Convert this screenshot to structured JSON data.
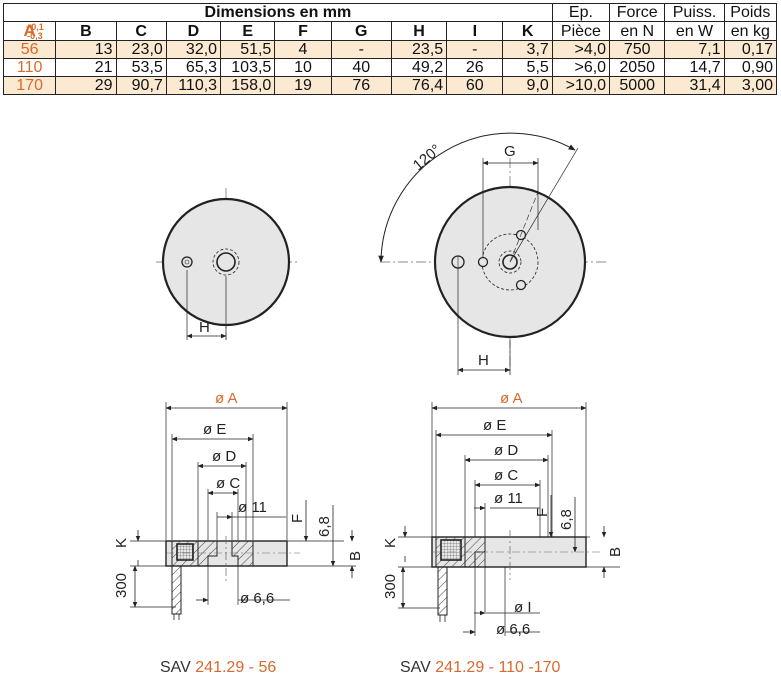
{
  "table": {
    "group_header": "Dimensions en mm",
    "a_label": "A",
    "a_tol_plus": "+0,1",
    "a_tol_minus": "-0,3",
    "columns": [
      "B",
      "C",
      "D",
      "E",
      "F",
      "G",
      "H",
      "I",
      "K"
    ],
    "extra_headers": [
      {
        "line1": "Ep.",
        "line2": "Pièce"
      },
      {
        "line1": "Force",
        "line2": "en N"
      },
      {
        "line1": "Puiss.",
        "line2": "en W"
      },
      {
        "line1": "Poids",
        "line2": "en kg"
      }
    ],
    "rows": [
      {
        "A": "56",
        "B": "13",
        "C": "23,0",
        "D": "32,0",
        "E": "51,5",
        "F": "4",
        "G": "-",
        "H": "23,5",
        "I": "-",
        "K": "3,7",
        "ep": ">4,0",
        "force": "750",
        "puiss": "7,1",
        "poids": "0,17"
      },
      {
        "A": "110",
        "B": "21",
        "C": "53,5",
        "D": "65,3",
        "E": "103,5",
        "F": "10",
        "G": "40",
        "H": "49,2",
        "I": "26",
        "K": "5,5",
        "ep": ">6,0",
        "force": "2050",
        "puiss": "14,7",
        "poids": "0,90"
      },
      {
        "A": "170",
        "B": "29",
        "C": "90,7",
        "D": "110,3",
        "E": "158,0",
        "F": "19",
        "G": "76",
        "H": "76,4",
        "I": "60",
        "K": "9,0",
        "ep": ">10,0",
        "force": "5000",
        "puiss": "31,4",
        "poids": "3,00"
      }
    ],
    "row_highlight_color": "#fbe9d2",
    "accent_color": "#d96a2b"
  },
  "drawing": {
    "angle_label": "120°",
    "label_G": "G",
    "label_H_left": "H",
    "label_H_right": "H",
    "left_section": {
      "phiA": "ø A",
      "phiE": "ø E",
      "phiD": "ø D",
      "phiC": "ø C",
      "phi11": "ø 11",
      "F": "F",
      "d68": "6,8",
      "K": "K",
      "B": "B",
      "cable": "300",
      "phi66": "ø 6,6"
    },
    "right_section": {
      "phiA": "ø A",
      "phiE": "ø E",
      "phiD": "ø D",
      "phiC": "ø C",
      "phi11": "ø 11",
      "F": "F",
      "d68": "6,8",
      "K": "K",
      "B": "B",
      "cable": "300",
      "phiI": "ø I",
      "phi66": "ø 6,6"
    },
    "caption_left": {
      "prefix": "SAV ",
      "code": "241.29 - 56"
    },
    "caption_right": {
      "prefix": "SAV ",
      "code": "241.29 - 110 -170"
    }
  }
}
